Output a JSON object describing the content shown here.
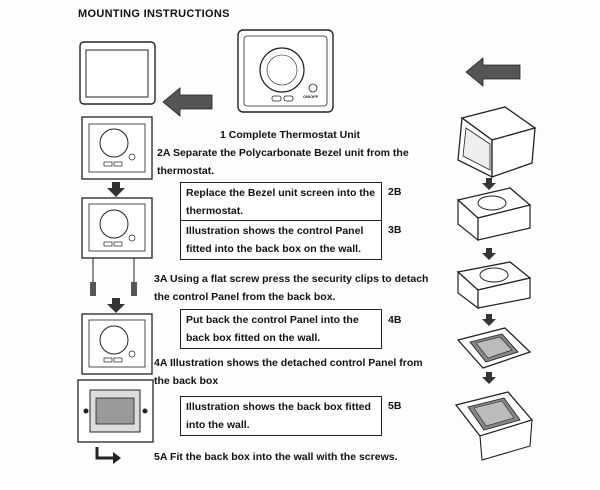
{
  "page": {
    "heading": "MOUNTING INSTRUCTIONS"
  },
  "steps": {
    "s1": "1 Complete Thermostat Unit",
    "s2a": "2A Separate the Polycarbonate Bezel unit from the thermostat.",
    "s2b_text": "Replace the Bezel unit screen into the thermostat.",
    "s2b_num": "2B",
    "s3b_text": "Illustration shows the control Panel fitted into the back box on the wall.",
    "s3b_num": "3B",
    "s3a": "3A Using a flat screw press the security clips to detach the control Panel from the back box.",
    "s4b_text": "Put back the control Panel into the back box fitted on the wall.",
    "s4b_num": "4B",
    "s4a": "4A Illustration shows the detached control Panel from the back box",
    "s5b_text": "Illustration shows the back box fitted into the wall.",
    "s5b_num": "5B",
    "s5a": "5A Fit the back box into the wall with the screws."
  },
  "device": {
    "button_label": "ON/OFF"
  }
}
